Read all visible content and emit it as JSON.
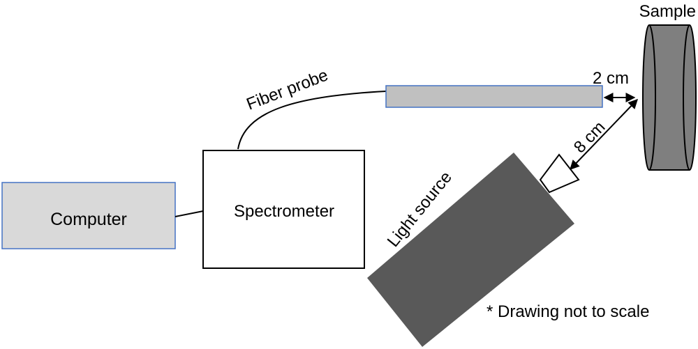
{
  "labels": {
    "computer": "Computer",
    "spectrometer": "Spectrometer",
    "fiber_probe": "Fiber probe",
    "light_source": "Light source",
    "sample": "Sample",
    "distance_probe_sample": "2 cm",
    "distance_source_sample": "8 cm",
    "footnote": "* Drawing not to scale"
  },
  "colors": {
    "computer_fill": "#d9d9d9",
    "computer_border": "#4472c4",
    "probe_fill": "#c0c0c0",
    "probe_border": "#4472c4",
    "light_source_fill": "#595959",
    "sample_fill": "#7f7f7f",
    "line": "#000000"
  }
}
